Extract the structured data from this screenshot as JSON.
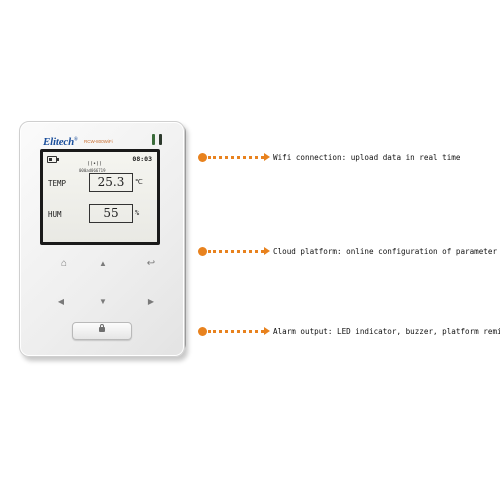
{
  "device": {
    "brand": "Elitech",
    "brand_mark": "®",
    "subtitle": "RCW-800WiFi",
    "screen": {
      "time": "08:03",
      "signal": "((•))",
      "device_id": "000ad066719",
      "temperature": {
        "label": "TEMP",
        "value": "25.3",
        "unit": "℃"
      },
      "humidity": {
        "label": "HUM",
        "value": "55",
        "unit": "%"
      }
    },
    "keys": {
      "home": "⌂",
      "up": "▲",
      "back": "↩",
      "left": "◀",
      "down": "▼",
      "right": "▶"
    }
  },
  "callouts": [
    {
      "text": "Wifi connection: upload data in real time",
      "color": "#e8821e"
    },
    {
      "text": "Cloud platform: online configuration of parameter",
      "color": "#e8821e"
    },
    {
      "text": "Alarm output: LED indicator, buzzer, platform reminder",
      "color": "#e8821e"
    }
  ]
}
